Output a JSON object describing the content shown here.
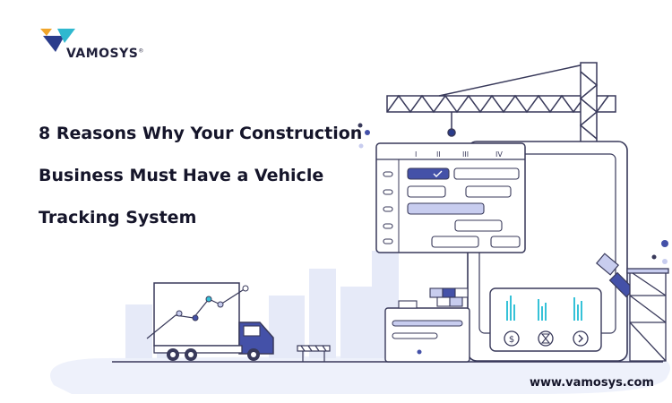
{
  "brand": {
    "name": "VAMOSYS",
    "reg_mark": "®"
  },
  "headline": {
    "line1": "8 Reasons Why Your Construction",
    "line2": "Business Must Have a Vehicle",
    "line3": "Tracking System"
  },
  "footer": {
    "url": "www.vamosys.com"
  },
  "illustration": {
    "column_labels": [
      "I",
      "II",
      "III",
      "IV"
    ],
    "button_icons": [
      "dollar-icon",
      "hourglass-icon",
      "chevron-right-icon"
    ],
    "colors": {
      "accent": "#4451a8",
      "light_accent": "#c8cdef",
      "outline": "#38395a",
      "cyan": "#36c2d8"
    }
  }
}
